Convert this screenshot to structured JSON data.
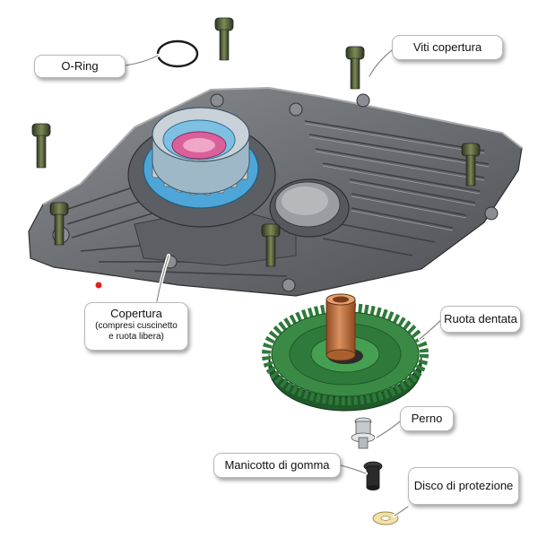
{
  "labels": {
    "o_ring": "O-Ring",
    "viti_copertura": "Viti copertura",
    "copertura": "Copertura",
    "copertura_note_1": "(compresi cuscinetto",
    "copertura_note_2": "e ruota libera)",
    "ruota_dentata": "Ruota dentata",
    "perno": "Perno",
    "manicotto": "Manicotto di gomma",
    "disco": "Disco di protezione"
  },
  "colors": {
    "cover_fill": "#6f7276",
    "cover_dark": "#3c3e41",
    "bearing_blue": "#4ea6d8",
    "bearing_pink": "#d9609a",
    "gear_green": "#2f7a3a",
    "shaft_orange": "#c0703e",
    "screw_olive": "#56613c",
    "washer_yellow": "#f2e2a8",
    "leader_green": "#8fbf4a"
  }
}
